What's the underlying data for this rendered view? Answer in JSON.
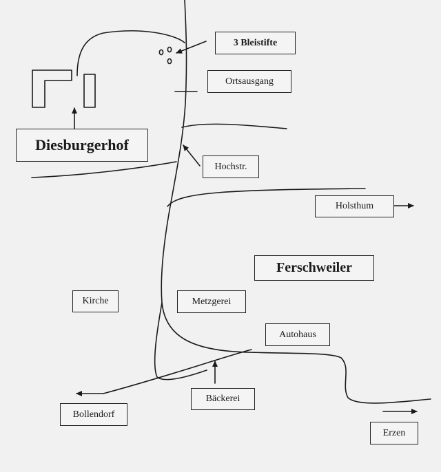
{
  "labels": {
    "bleistifte": "3 Bleistifte",
    "ortsausgang": "Ortsausgang",
    "diesburgerhof": "Diesburgerhof",
    "hochstr": "Hochstr.",
    "holsthum": "Holsthum",
    "ferschweiler": "Ferschweiler",
    "kirche": "Kirche",
    "metzgerei": "Metzgerei",
    "autohaus": "Autohaus",
    "baeckerei": "Bäckerei",
    "bollendorf": "Bollendorf",
    "erzen": "Erzen"
  },
  "colors": {
    "paper": "#f1f1f1",
    "ink": "#1a1a1a"
  }
}
